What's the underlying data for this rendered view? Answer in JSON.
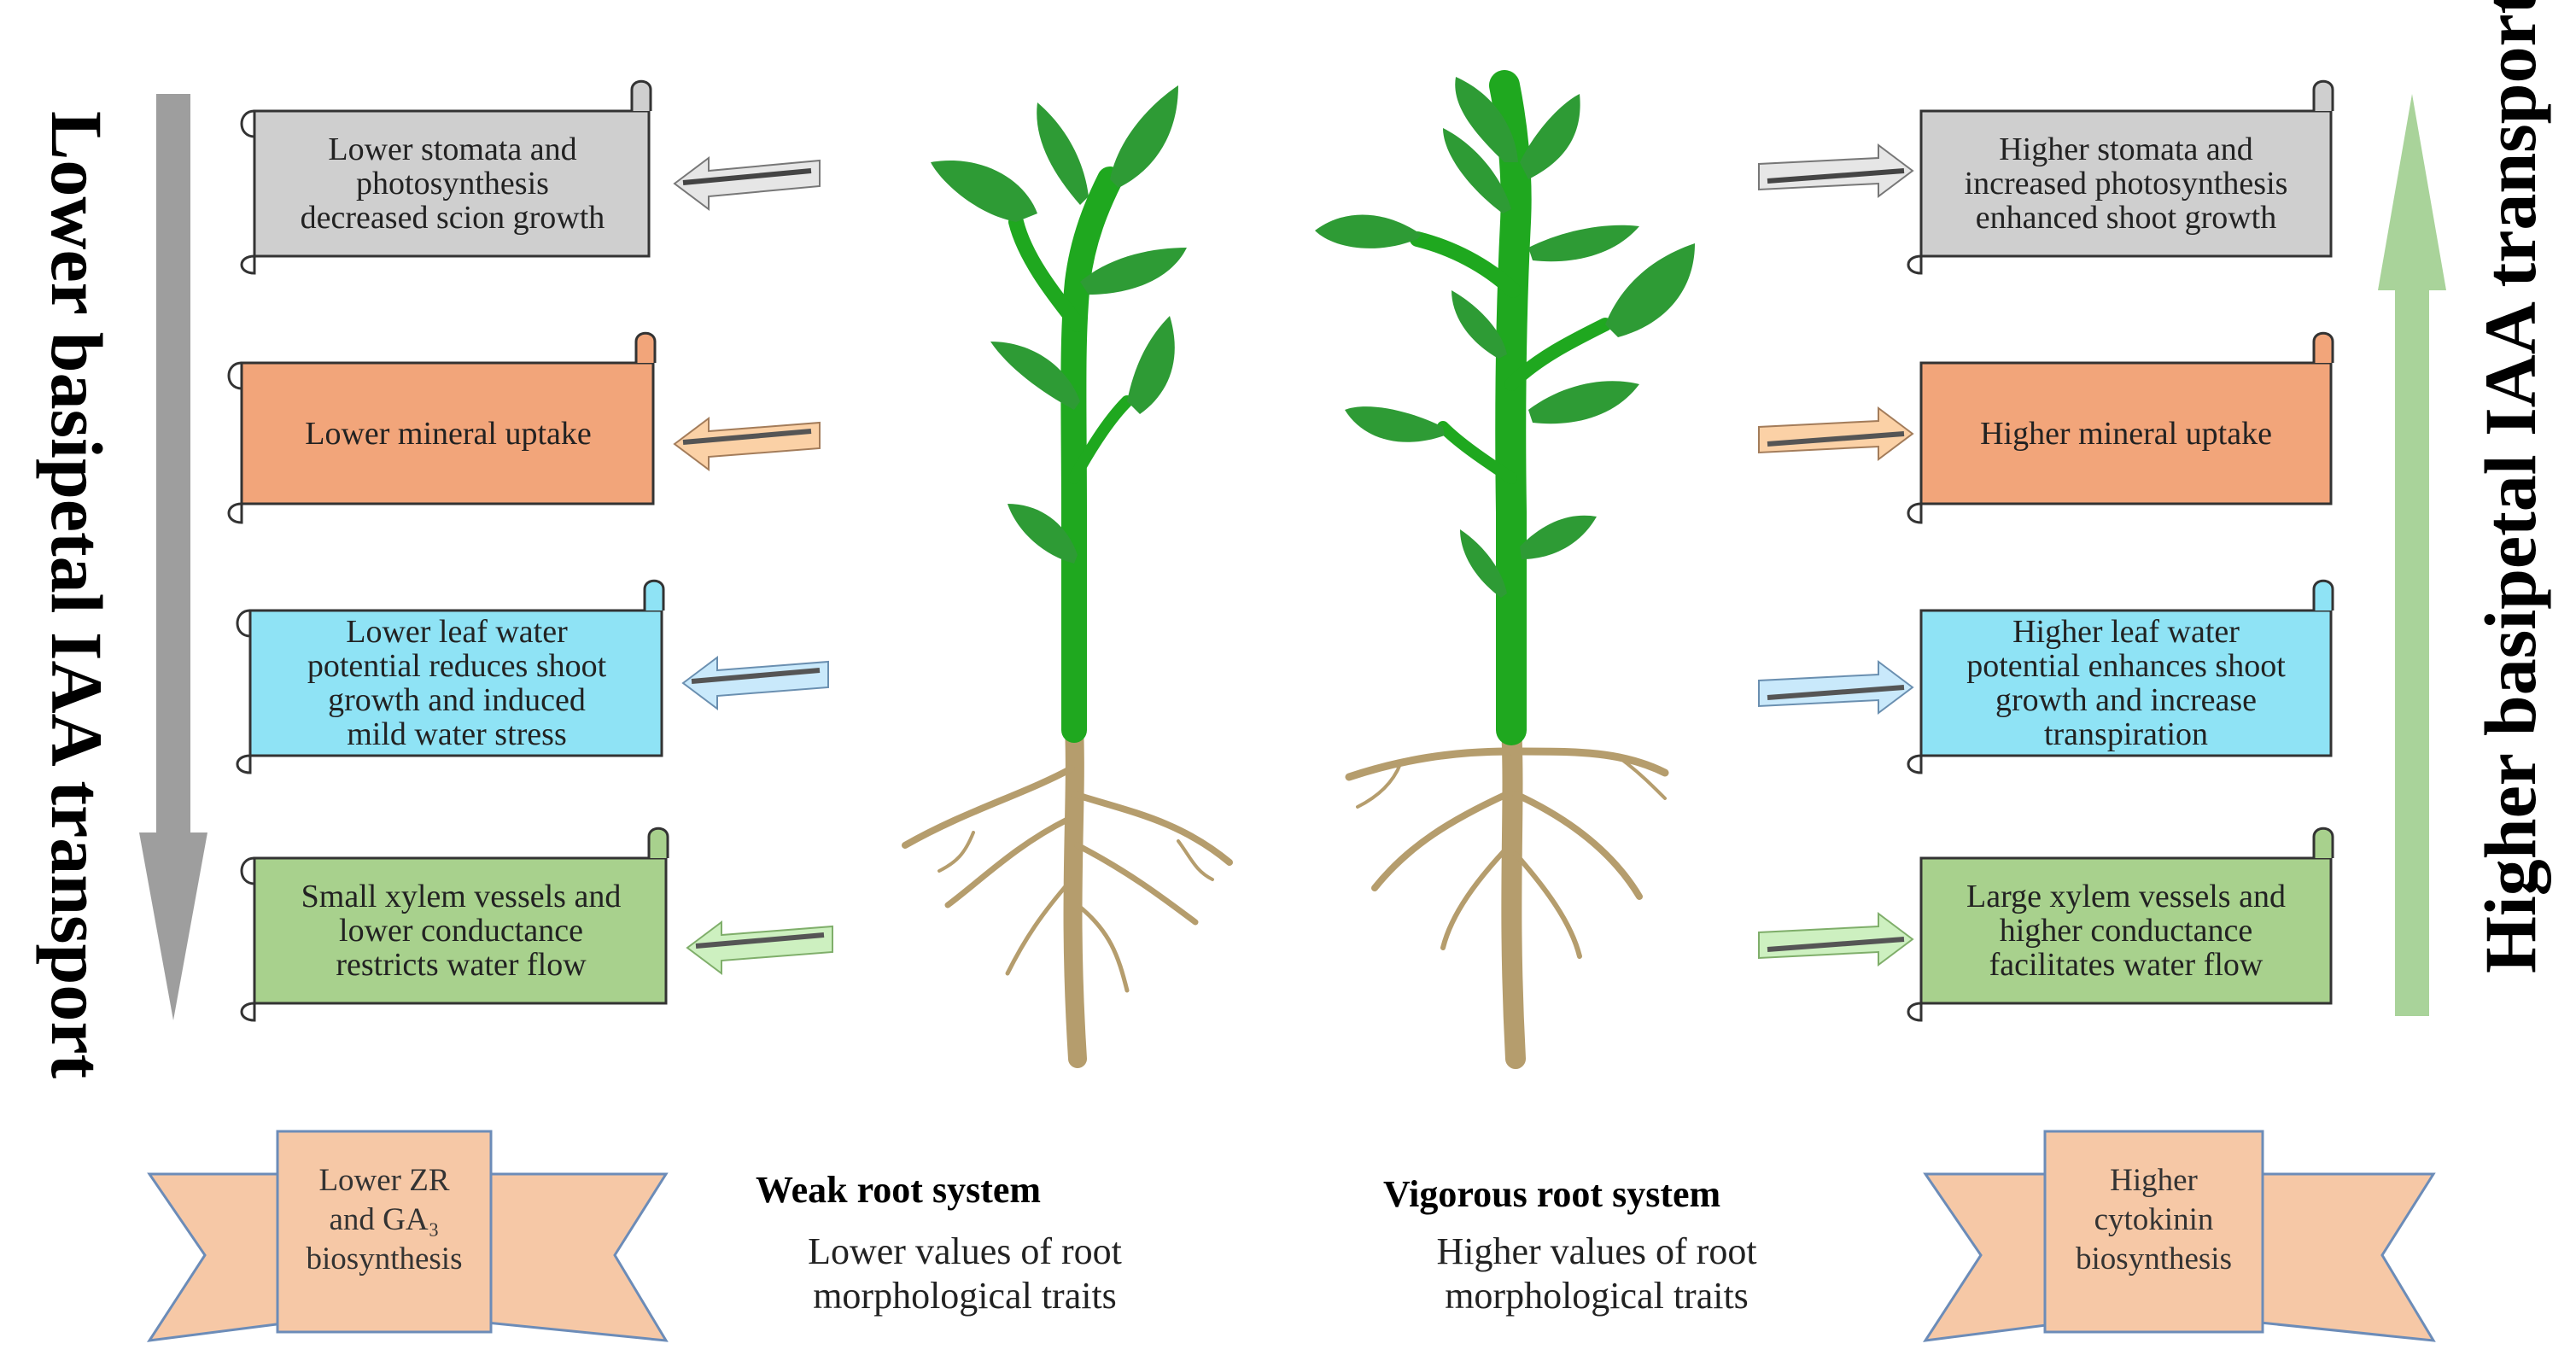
{
  "left_title": "Lower basipetal IAA transport",
  "right_title": "Higher basipetal IAA transport",
  "left_boxes": [
    {
      "text": "Lower stomata and\nphotosynthesis\ndecreased scion growth",
      "fill": "#cfcfcf"
    },
    {
      "text": "Lower mineral uptake",
      "fill": "#f2a57a"
    },
    {
      "text": "Lower leaf water\npotential reduces shoot\ngrowth and induced\nmild water stress",
      "fill": "#8fe3f5"
    },
    {
      "text": "Small xylem vessels and\nlower conductance\nrestricts water flow",
      "fill": "#a8d18d"
    }
  ],
  "right_boxes": [
    {
      "text": "Higher stomata and\nincreased photosynthesis\nenhanced shoot growth",
      "fill": "#cfcfcf"
    },
    {
      "text": "Higher mineral uptake",
      "fill": "#f2a57a"
    },
    {
      "text": "Higher leaf water\npotential enhances shoot\ngrowth and increase\ntranspiration",
      "fill": "#8fe3f5"
    },
    {
      "text": "Large xylem vessels and\nhigher conductance\nfacilitates water flow",
      "fill": "#a8d18d"
    }
  ],
  "left_root": {
    "title": "Weak root system",
    "description": "Lower values of root\nmorphological traits"
  },
  "right_root": {
    "title": "Vigorous root system",
    "description": "Higher values of root\nmorphological traits"
  },
  "left_ribbon": {
    "text": "Lower ZR\nand GA₃\nbiosynthesis"
  },
  "right_ribbon": {
    "text": "Higher\ncytokinin\nbiosynthesis"
  },
  "colors": {
    "down_arrow": "#9e9e9e",
    "up_arrow": "#a9d39a",
    "plant_green": "#1fa81f",
    "leaf_green": "#2e9b35",
    "root_tan": "#b59d6d",
    "ribbon_fill": "#f6c8a6",
    "ribbon_stroke": "#6c8cb8"
  }
}
